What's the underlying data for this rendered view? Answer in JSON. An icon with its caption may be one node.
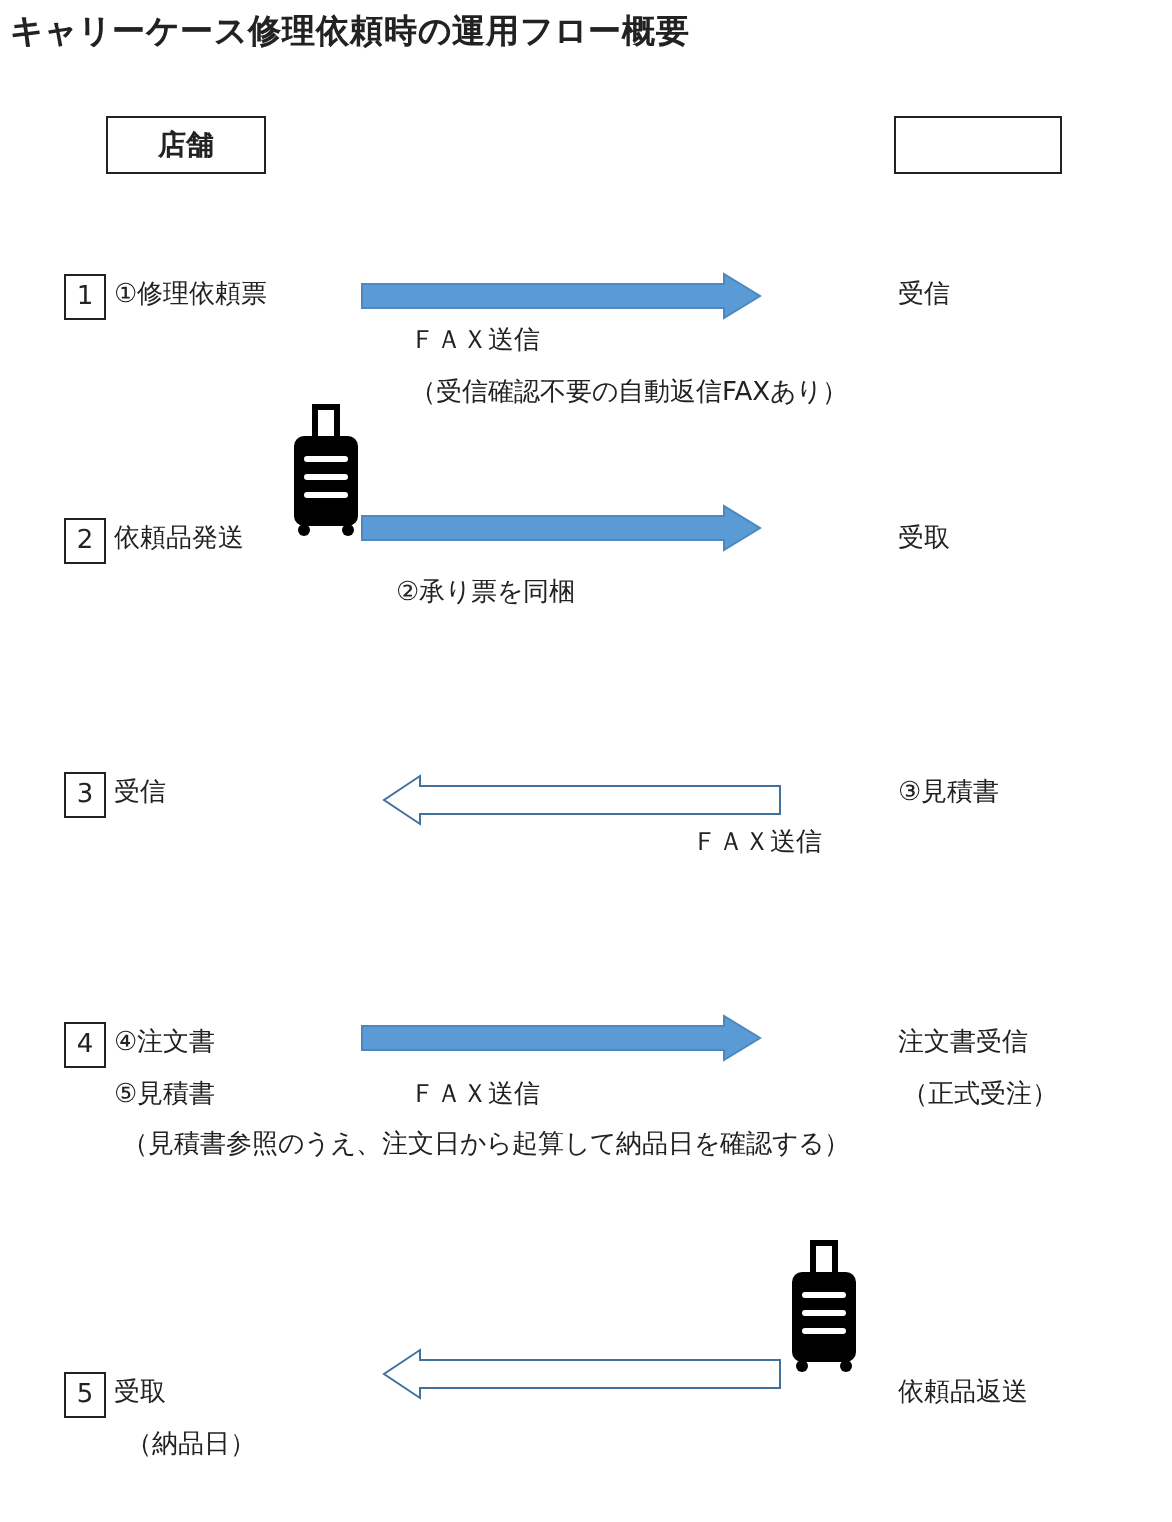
{
  "diagram": {
    "title": "キャリーケース修理依頼時の運用フロー概要",
    "nodes": [
      {
        "text": [
          "店舗"
        ]
      },
      {
        "text": [],
        "shape": "box"
      },
      {
        "text": [
          "1"
        ]
      },
      {
        "text": [
          "①修理依頼票"
        ]
      },
      {
        "text": [
          "受信"
        ]
      },
      {
        "text": [
          "2"
        ]
      },
      {
        "text": [
          "依頼品発送"
        ]
      },
      {
        "text": [
          "受取"
        ]
      },
      {
        "text": [
          "3"
        ]
      },
      {
        "text": [
          "受信"
        ]
      },
      {
        "text": [
          "③見積書"
        ]
      },
      {
        "text": [
          "4"
        ]
      },
      {
        "text": [
          "④注文書",
          "⑤見積書"
        ]
      },
      {
        "text": [
          "注文書受信",
          "（正式受注）"
        ]
      },
      {
        "text": [
          "5"
        ]
      },
      {
        "text": [
          "受取",
          "（納品日）"
        ]
      },
      {
        "text": [
          "依頼品返送"
        ]
      }
    ],
    "edges": [
      {
        "from": 3,
        "to": 4,
        "arrow": "to"
      },
      {
        "from": 6,
        "to": 7,
        "arrow": "to"
      },
      {
        "from": 10,
        "to": 9,
        "arrow": "to",
        "color": "#ffffff"
      },
      {
        "from": 12,
        "to": 13,
        "arrow": "to"
      },
      {
        "from": 16,
        "to": 15,
        "arrow": "to",
        "color": "#ffffff"
      }
    ],
    "labels": [
      "ＦＡＸ送信",
      "（受信確認不要の自動返信FAXあり）",
      "②承り票を同梱",
      "ＦＡＸ送信",
      "ＦＡＸ送信",
      "（見積書参照のうえ、注文日から起算して納品日を確認する）"
    ]
  }
}
